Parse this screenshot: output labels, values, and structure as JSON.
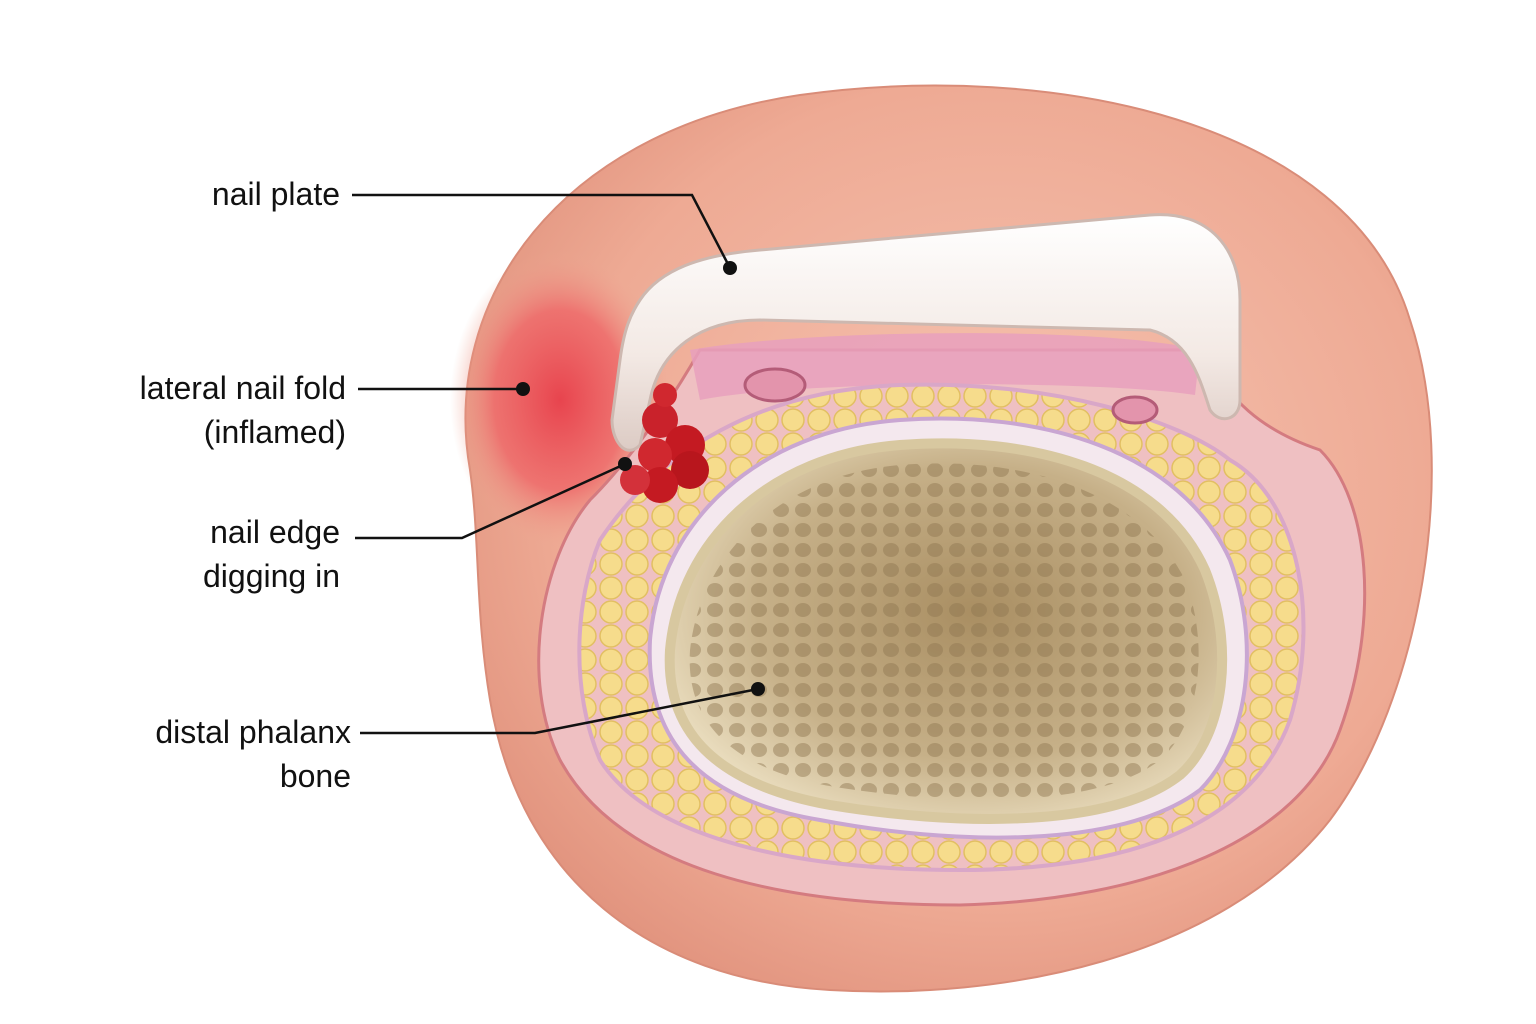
{
  "diagram": {
    "labels": {
      "nail_plate": {
        "line1": "nail plate"
      },
      "lateral_nail_fold": {
        "line1": "lateral nail fold",
        "line2": "(inflamed)"
      },
      "nail_edge": {
        "line1": "nail edge",
        "line2": "digging in"
      },
      "distal_phalanx": {
        "line1": "distal phalanx",
        "line2": "bone"
      }
    },
    "colors": {
      "skin": "#eeaa94",
      "skin_dark": "#d9806b",
      "inflamed": "#e8505a",
      "granulation": "#c41a22",
      "nail": "#f5ece6",
      "dermis_pink": "#f0b8c2",
      "fat_yellow": "#f3d98a",
      "bone_outer": "#efe4c8",
      "bone_inner": "#b8a072",
      "leader_line": "#111111"
    }
  }
}
